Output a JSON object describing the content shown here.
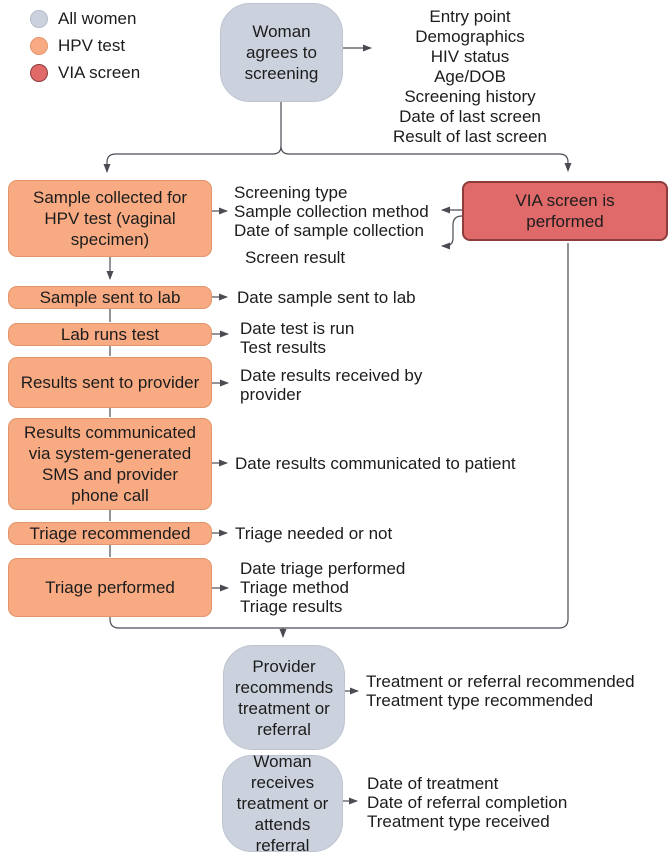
{
  "colors": {
    "node_all_women": "#ccd2dd",
    "node_hpv_test": "#f8ab83",
    "node_hpv_border": "#e2946b",
    "node_via_screen": "#e06a6a",
    "node_via_border": "#8e3b3b",
    "connector": "#4b4b54",
    "text": "#1c1c1c"
  },
  "legend": {
    "items": [
      {
        "label": "All women",
        "color": "#ccd2dd"
      },
      {
        "label": "HPV test",
        "color": "#f8ab83"
      },
      {
        "label": "VIA screen",
        "color": "#e06a6a"
      }
    ]
  },
  "start": {
    "label": "Woman agrees to screening",
    "fields": [
      "Entry point",
      "Demographics",
      "HIV status",
      "Age/DOB",
      "Screening history",
      "Date of last screen",
      "Result of last screen"
    ]
  },
  "via": {
    "label": "VIA screen is performed"
  },
  "hpv": {
    "step1": {
      "label": "Sample collected for HPV test (vaginal specimen)",
      "fields": [
        "Screening type",
        "Sample collection method",
        "Date of sample collection"
      ]
    },
    "shared_field": "Screen result",
    "step2": {
      "label": "Sample sent to lab",
      "fields": [
        "Date sample sent to lab"
      ]
    },
    "step3": {
      "label": "Lab runs test",
      "fields": [
        "Date test is run",
        "Test results"
      ]
    },
    "step4": {
      "label": "Results sent to provider",
      "fields": [
        "Date results received by provider"
      ]
    },
    "step5": {
      "label": "Results communicated via system-generated SMS and provider phone call",
      "fields": [
        "Date results communicated to patient"
      ]
    },
    "step6": {
      "label": "Triage recommended",
      "fields": [
        "Triage needed or not"
      ]
    },
    "step7": {
      "label": "Triage performed",
      "fields": [
        "Date triage performed",
        "Triage method",
        "Triage results"
      ]
    }
  },
  "end": {
    "step1": {
      "label": "Provider recommends treatment or referral",
      "fields": [
        "Treatment or referral recommended",
        "Treatment type recommended"
      ]
    },
    "step2": {
      "label": "Woman receives treatment or attends referral",
      "fields": [
        "Date of treatment",
        "Date of referral completion",
        "Treatment type received"
      ]
    }
  }
}
